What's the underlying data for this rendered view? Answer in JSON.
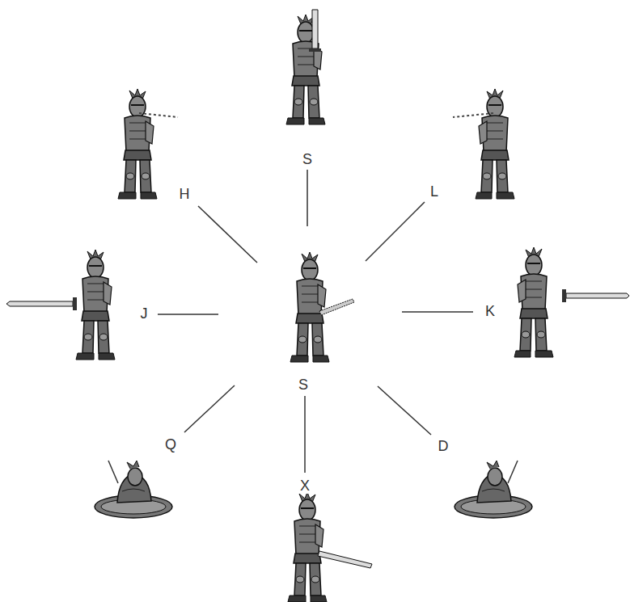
{
  "diagram": {
    "labels": [
      "S",
      "H",
      "L",
      "J",
      "K",
      "S",
      "Q",
      "D",
      "X"
    ]
  }
}
